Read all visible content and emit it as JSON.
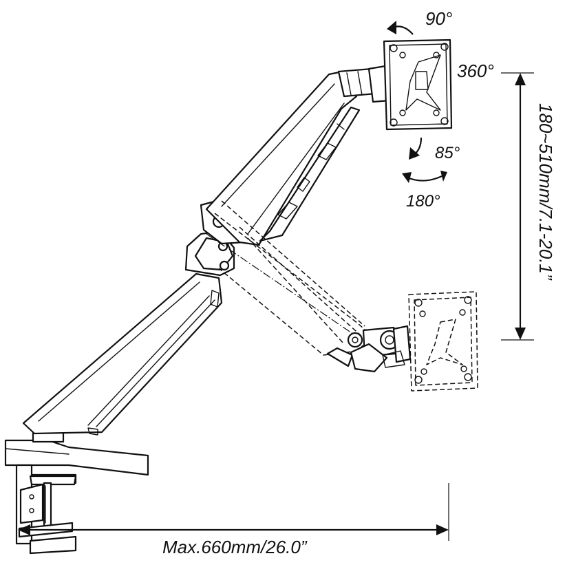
{
  "labels": {
    "tilt_up": "90°",
    "rotation": "360°",
    "tilt_down": "85°",
    "swivel": "180°",
    "height_range": "180~510mm/7.1-20.1”",
    "max_extension": "Max.660mm/26.0”"
  }
}
